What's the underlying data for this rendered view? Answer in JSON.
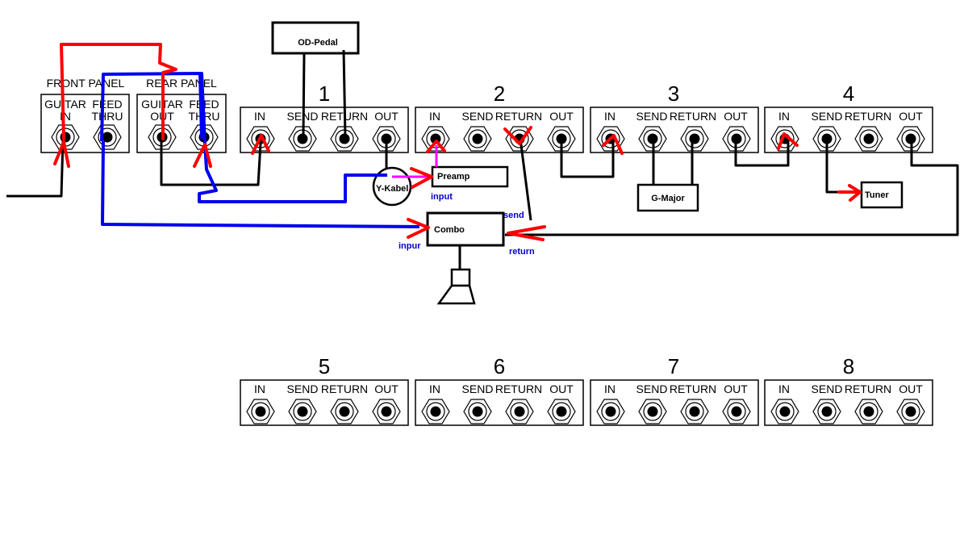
{
  "front_panel": {
    "title": "FRONT PANEL",
    "jacks": [
      {
        "line1": "GUITAR",
        "line2": "IN"
      },
      {
        "line1": "FEED",
        "line2": "THRU"
      }
    ]
  },
  "rear_panel": {
    "title": "REAR PANEL",
    "jacks": [
      {
        "line1": "GUITAR",
        "line2": "OUT"
      },
      {
        "line1": "FEED",
        "line2": "THRU"
      }
    ]
  },
  "loops": [
    {
      "number": "1",
      "jacks": [
        "IN",
        "SEND",
        "RETURN",
        "OUT"
      ]
    },
    {
      "number": "2",
      "jacks": [
        "IN",
        "SEND",
        "RETURN",
        "OUT"
      ]
    },
    {
      "number": "3",
      "jacks": [
        "IN",
        "SEND",
        "RETURN",
        "OUT"
      ]
    },
    {
      "number": "4",
      "jacks": [
        "IN",
        "SEND",
        "RETURN",
        "OUT"
      ]
    },
    {
      "number": "5",
      "jacks": [
        "IN",
        "SEND",
        "RETURN",
        "OUT"
      ]
    },
    {
      "number": "6",
      "jacks": [
        "IN",
        "SEND",
        "RETURN",
        "OUT"
      ]
    },
    {
      "number": "7",
      "jacks": [
        "IN",
        "SEND",
        "RETURN",
        "OUT"
      ]
    },
    {
      "number": "8",
      "jacks": [
        "IN",
        "SEND",
        "RETURN",
        "OUT"
      ]
    }
  ],
  "devices": {
    "od_pedal": "OD-Pedal",
    "preamp": "Preamp",
    "y_kabel": "Y-Kabel",
    "combo": "Combo",
    "g_major": "G-Major",
    "tuner": "Tuner"
  },
  "annotations": {
    "input": "input",
    "inpur": "inpur",
    "send": "send",
    "return": "return"
  },
  "colors": {
    "red": "#ff0000",
    "blue": "#0000ee",
    "magenta": "#ff00ff",
    "black": "#000000"
  }
}
